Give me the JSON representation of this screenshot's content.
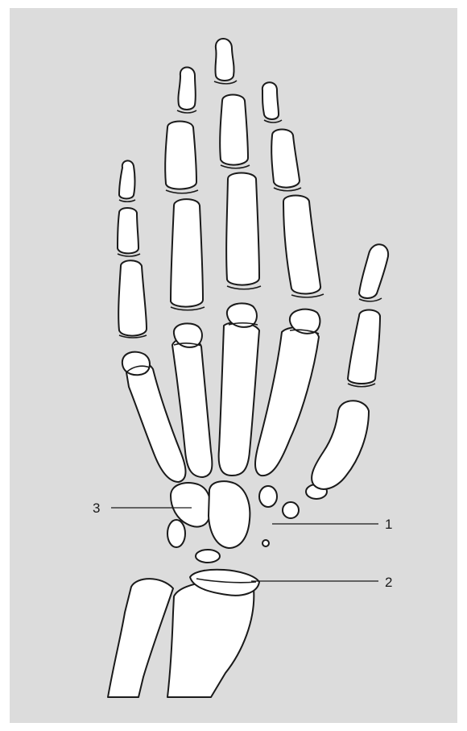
{
  "callouts": {
    "label_1": "1",
    "label_2": "2",
    "label_3": "3"
  },
  "colors": {
    "background": "#dcdcdc",
    "bone_fill": "#ffffff",
    "outline": "#1a1a1a"
  }
}
